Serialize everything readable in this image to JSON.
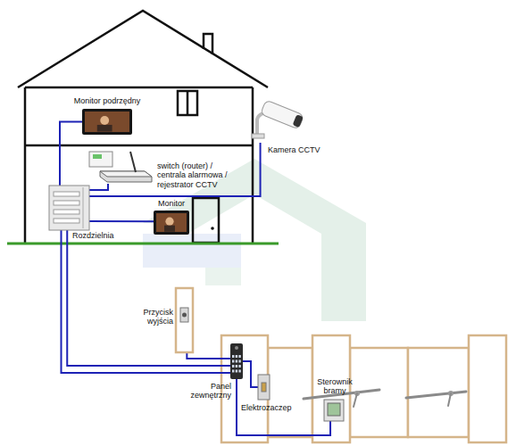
{
  "diagram": {
    "nodes": [
      {
        "text": [
          "Monitor podrzędny"
        ]
      },
      {
        "text": [
          "switch (router) / centrala alarmowa / rejestrator CCTV"
        ]
      },
      {
        "text": [
          "Kamera CCTV"
        ]
      },
      {
        "text": [
          "Rozdzielnia"
        ]
      },
      {
        "text": [
          "Monitor"
        ]
      },
      {
        "text": [
          "Przycisk wyjścia"
        ]
      },
      {
        "text": [
          "Panel zewnętrzny"
        ]
      },
      {
        "text": [
          "Elektrozaczep"
        ]
      },
      {
        "text": [
          "Sterownik bramy"
        ]
      }
    ],
    "edges": [
      {
        "from": 0,
        "to": 3,
        "arrow": "none"
      },
      {
        "from": 1,
        "to": 3,
        "arrow": "none"
      },
      {
        "from": 2,
        "to": 3,
        "arrow": "none"
      },
      {
        "from": 4,
        "to": 3,
        "arrow": "none"
      },
      {
        "from": 3,
        "to": 6,
        "arrow": "none"
      },
      {
        "from": 3,
        "to": 6,
        "arrow": "none"
      },
      {
        "from": 5,
        "to": 6,
        "arrow": "none"
      },
      {
        "from": 6,
        "to": 7,
        "arrow": "none"
      },
      {
        "from": 6,
        "to": 8,
        "arrow": "none"
      }
    ]
  }
}
